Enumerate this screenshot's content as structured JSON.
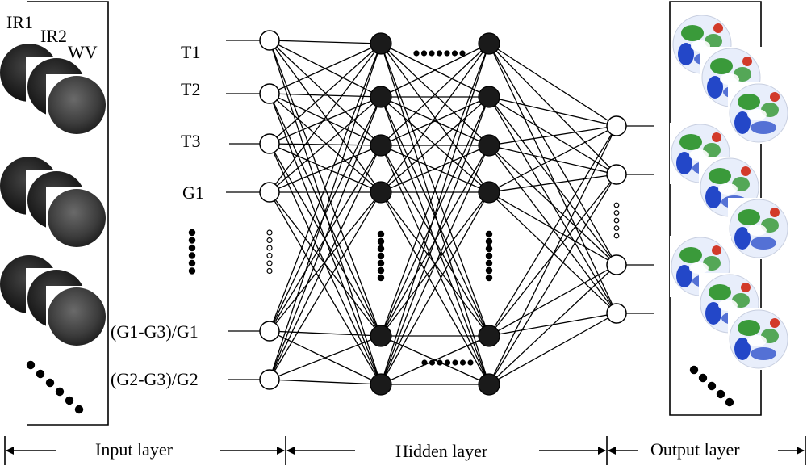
{
  "image_labels": [
    "IR1",
    "IR2",
    "WV"
  ],
  "inputs": [
    "T1",
    "T2",
    "T3",
    "G1",
    "(G1-G3)/G1",
    "(G2-G3)/G2"
  ],
  "layers": [
    "Input layer",
    "Hidden layer",
    "Output layer"
  ],
  "colors": {
    "stroke": "#000000",
    "hidden_node_fill": "#1a1a1a",
    "io_node_fill": "#ffffff",
    "sat_dark": "#2a2a2a",
    "sat_mid": "#555555",
    "earth_ocean": "#e8eefb",
    "earth_cloud": "#ffffff",
    "earth_land_green": "#3a9a3a",
    "earth_land_blue": "#2347c8",
    "earth_land_red": "#d23a2a"
  },
  "icons": {
    "satellite_image": "grayscale-disk-icon",
    "globe": "earth-globe-icon",
    "ellipsis": "dot-ellipsis-icon"
  }
}
